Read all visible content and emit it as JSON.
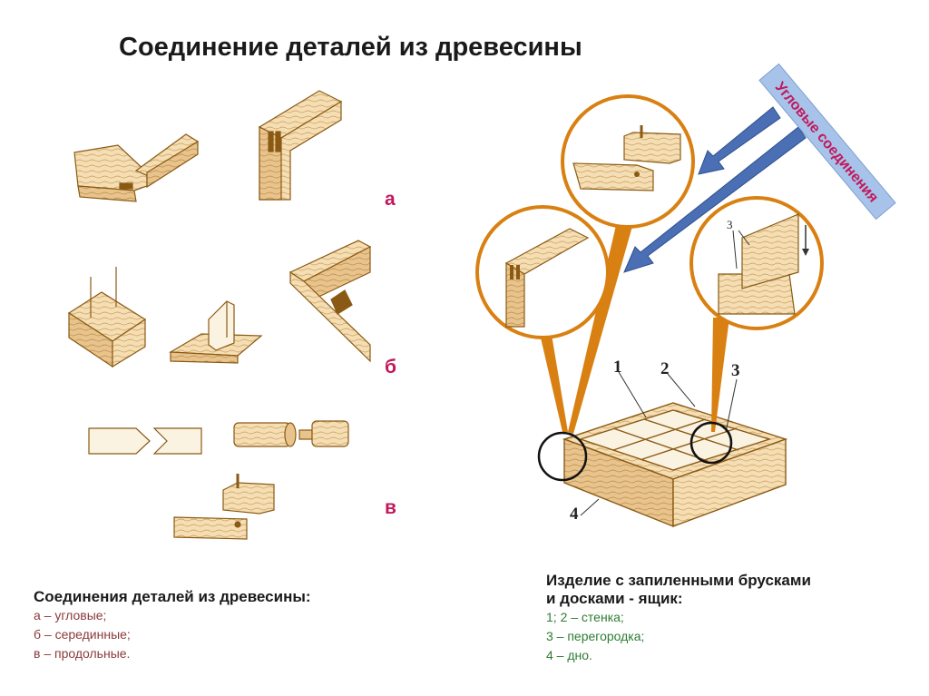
{
  "title": "Соединение деталей из древесины",
  "group_labels": [
    "а",
    "б",
    "в"
  ],
  "callout_label": "Угловые соединения",
  "box_numbers": [
    "1",
    "2",
    "3",
    "4"
  ],
  "left_caption": {
    "heading": "Соединения деталей из древесины:",
    "lines": [
      "а – угловые;",
      "б – серединные;",
      "в – продольные."
    ]
  },
  "right_caption": {
    "heading_line1": "Изделие с запиленными брусками",
    "heading_line2": "и досками - ящик:",
    "lines": [
      "1; 2 – стенка;",
      "3 – перегородка;",
      "4 – дно."
    ]
  },
  "colors": {
    "wood_fill": "#f5deb3",
    "wood_stroke": "#8a5a14",
    "accent_letters": "#c2185b",
    "callout_bg": "#a7c3ea",
    "callout_text": "#c2185b",
    "arrow": "#4a6fb5",
    "pointer": "#d98012"
  }
}
